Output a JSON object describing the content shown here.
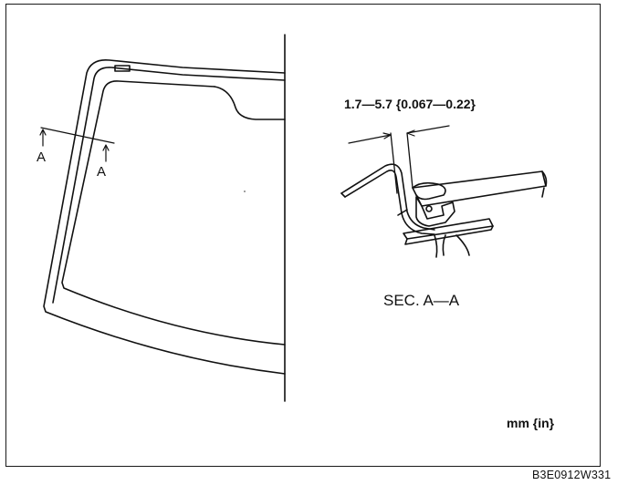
{
  "diagram": {
    "dimension_label": "1.7—5.7 {0.067—0.22}",
    "section_label": "SEC. A—A",
    "units_label": "mm {in}",
    "figure_id": "B3E0912W331",
    "section_marker_left": "A",
    "section_marker_right": "A"
  },
  "colors": {
    "ink": "#111111",
    "background": "#ffffff"
  }
}
